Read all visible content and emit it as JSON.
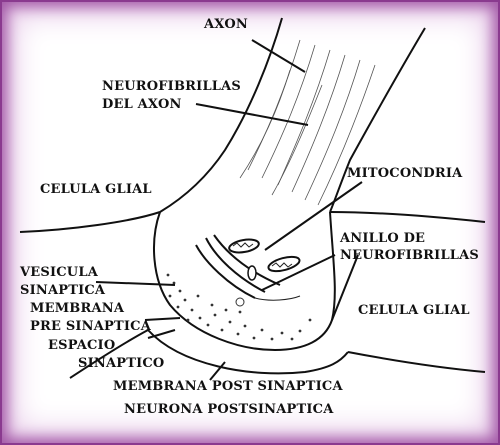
{
  "labels": {
    "axon": "AXON",
    "neurofibrillas_1": "NEUROFIBRILLAS",
    "neurofibrillas_2": "DEL AXON",
    "celula_glial_left": "CELULA GLIAL",
    "mitocondria": "MITOCONDRIA",
    "anillo_1": "ANILLO DE",
    "anillo_2": "NEUROFIBRILLAS",
    "vesicula_1": "VESICULA",
    "vesicula_2": "SINAPTICA",
    "membrana_pre_1": "MEMBRANA",
    "membrana_pre_2": "PRE SINAPTICA",
    "espacio_1": "ESPACIO",
    "espacio_2": "SINAPTICO",
    "celula_glial_right": "CELULA GLIAL",
    "membrana_post": "MEMBRANA POST SINAPTICA",
    "neurona_post": "NEURONA POSTSINAPTICA"
  },
  "colors": {
    "frame": "#a45aa8",
    "ink": "#111111"
  }
}
